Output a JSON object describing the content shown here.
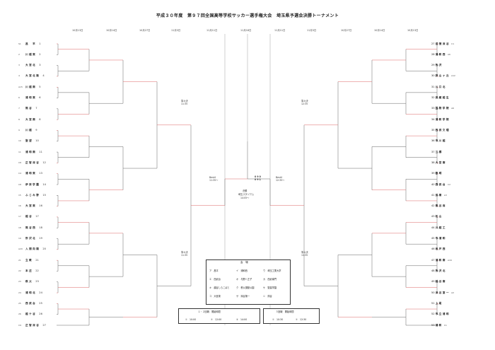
{
  "title": "平成３０年度　第９７回全国高等学校サッカー選手権大会　埼玉県予選会決勝トーナメント",
  "round_dates": [
    "10月13日",
    "10月14日",
    "10月27日",
    "11月3日",
    "11月11日",
    "11月18日",
    "11月11日",
    "11月3日",
    "10月27日",
    "10月14日",
    "10月13日"
  ],
  "left_teams": [
    {
      "seed": "S1",
      "name": "昌　平",
      "num": "1"
    },
    {
      "seed": "2",
      "name": "川越東",
      "num": "2"
    },
    {
      "seed": "3",
      "name": "大宮北",
      "num": "3"
    },
    {
      "seed": "4",
      "name": "大宮北陵",
      "num": "4"
    },
    {
      "seed": "A15",
      "name": "川越南",
      "num": "5"
    },
    {
      "seed": "6",
      "name": "浦和東",
      "num": "6"
    },
    {
      "seed": "7",
      "name": "熊谷",
      "num": "7"
    },
    {
      "seed": "8",
      "name": "大宮南",
      "num": "8"
    },
    {
      "seed": "9",
      "name": "川越",
      "num": "9"
    },
    {
      "seed": "10",
      "name": "聖望",
      "num": "10"
    },
    {
      "seed": "11",
      "name": "浦和南",
      "num": "11"
    },
    {
      "seed": "C8",
      "name": "正智深谷",
      "num": "12"
    },
    {
      "seed": "C4",
      "name": "浦和東",
      "num": "13"
    },
    {
      "seed": "C8",
      "name": "伊奈学園",
      "num": "14"
    },
    {
      "seed": "15",
      "name": "ふじみ野",
      "num": "15"
    },
    {
      "seed": "16",
      "name": "大宮東",
      "num": "16"
    },
    {
      "seed": "17",
      "name": "越谷",
      "num": "17"
    },
    {
      "seed": "18",
      "name": "熊谷西",
      "num": "18"
    },
    {
      "seed": "19",
      "name": "所沢北",
      "num": "19"
    },
    {
      "seed": "A20",
      "name": "入間向陽",
      "num": "20"
    },
    {
      "seed": "21",
      "name": "立教",
      "num": "21"
    },
    {
      "seed": "22",
      "name": "本庄",
      "num": "22"
    },
    {
      "seed": "23",
      "name": "秩父",
      "num": "23"
    },
    {
      "seed": "24",
      "name": "浦和北",
      "num": "24"
    },
    {
      "seed": "25",
      "name": "西武台",
      "num": "25"
    },
    {
      "seed": "26",
      "name": "越ケ谷",
      "num": "26"
    },
    {
      "seed": "C9",
      "name": "正智深谷",
      "num": "27"
    }
  ],
  "right_teams": [
    {
      "num": "27",
      "name": "成徳深谷",
      "seed": "C1"
    },
    {
      "num": "28",
      "name": "浦和西",
      "seed": "A6"
    },
    {
      "num": "29",
      "name": "所沢",
      "seed": ""
    },
    {
      "num": "30",
      "name": "狭山ヶ丘",
      "seed": "A12"
    },
    {
      "num": "31",
      "name": "川口北",
      "seed": ""
    },
    {
      "num": "32",
      "name": "武蔵越生",
      "seed": ""
    },
    {
      "num": "33",
      "name": "国際学院",
      "seed": "A6"
    },
    {
      "num": "34",
      "name": "浦和学院",
      "seed": ""
    },
    {
      "num": "35",
      "name": "西武文理",
      "seed": ""
    },
    {
      "num": "36",
      "name": "市川越",
      "seed": ""
    },
    {
      "num": "37",
      "name": "三郷",
      "seed": ""
    },
    {
      "num": "38",
      "name": "大宮南",
      "seed": ""
    },
    {
      "num": "39",
      "name": "叡明",
      "seed": ""
    },
    {
      "num": "40",
      "name": "西武台",
      "seed": "C2"
    },
    {
      "num": "41",
      "name": "武南",
      "seed": "A3"
    },
    {
      "num": "42",
      "name": "熊谷商",
      "seed": ""
    },
    {
      "num": "43",
      "name": "松山",
      "seed": ""
    },
    {
      "num": "44",
      "name": "川越工",
      "seed": ""
    },
    {
      "num": "45",
      "name": "市浦和",
      "seed": ""
    },
    {
      "num": "46",
      "name": "坂戸西",
      "seed": ""
    },
    {
      "num": "47",
      "name": "浦和南",
      "seed": "A16"
    },
    {
      "num": "48",
      "name": "所沢北",
      "seed": ""
    },
    {
      "num": "49",
      "name": "越谷南",
      "seed": ""
    },
    {
      "num": "50",
      "name": "深谷第一",
      "seed": "A2"
    },
    {
      "num": "51",
      "name": "上尾",
      "seed": ""
    },
    {
      "num": "52",
      "name": "市立浦和",
      "seed": ""
    },
    {
      "num": "53",
      "name": "浦和",
      "seed": "C1"
    }
  ],
  "center": {
    "final_label": "決勝",
    "final_venue": "埼玉スタジアム",
    "final_time": "14:05〜",
    "final_score_left": "0 9 0\n0 9 1",
    "semi_left": "Best4\n11:35〜",
    "semi_right": "Best4\n12:35〜",
    "qf_labels": [
      "準々決\n11:35",
      "準々決\n12:35",
      "準々決\n11:35",
      "準々決\n11:35"
    ]
  },
  "venues": {
    "heading": "会　場",
    "items": [
      {
        "k": "ア",
        "v": "昌平"
      },
      {
        "k": "イ",
        "v": "浦和西"
      },
      {
        "k": "ウ",
        "v": "埼玉工業大学"
      },
      {
        "k": "エ",
        "v": "西武台"
      },
      {
        "k": "オ",
        "v": "与野八王子"
      },
      {
        "k": "カ",
        "v": "西武南門"
      },
      {
        "k": "キ",
        "v": "越谷しらこばと"
      },
      {
        "k": "ク",
        "v": "秩父運動公園"
      },
      {
        "k": "ケ",
        "v": "聖望学園"
      },
      {
        "k": "コ",
        "v": "大宮東"
      },
      {
        "k": "サ",
        "v": "深谷第一"
      },
      {
        "k": "シ",
        "v": "熊谷"
      }
    ]
  },
  "schedule": {
    "left_heading": "１・２回戦　開始時間",
    "left_items": [
      "①　10:00",
      "②　12:00",
      "③　14:00"
    ],
    "right_heading": "３回戦　開始時間",
    "right_items": [
      "①　10:30",
      "②　12:30"
    ]
  }
}
